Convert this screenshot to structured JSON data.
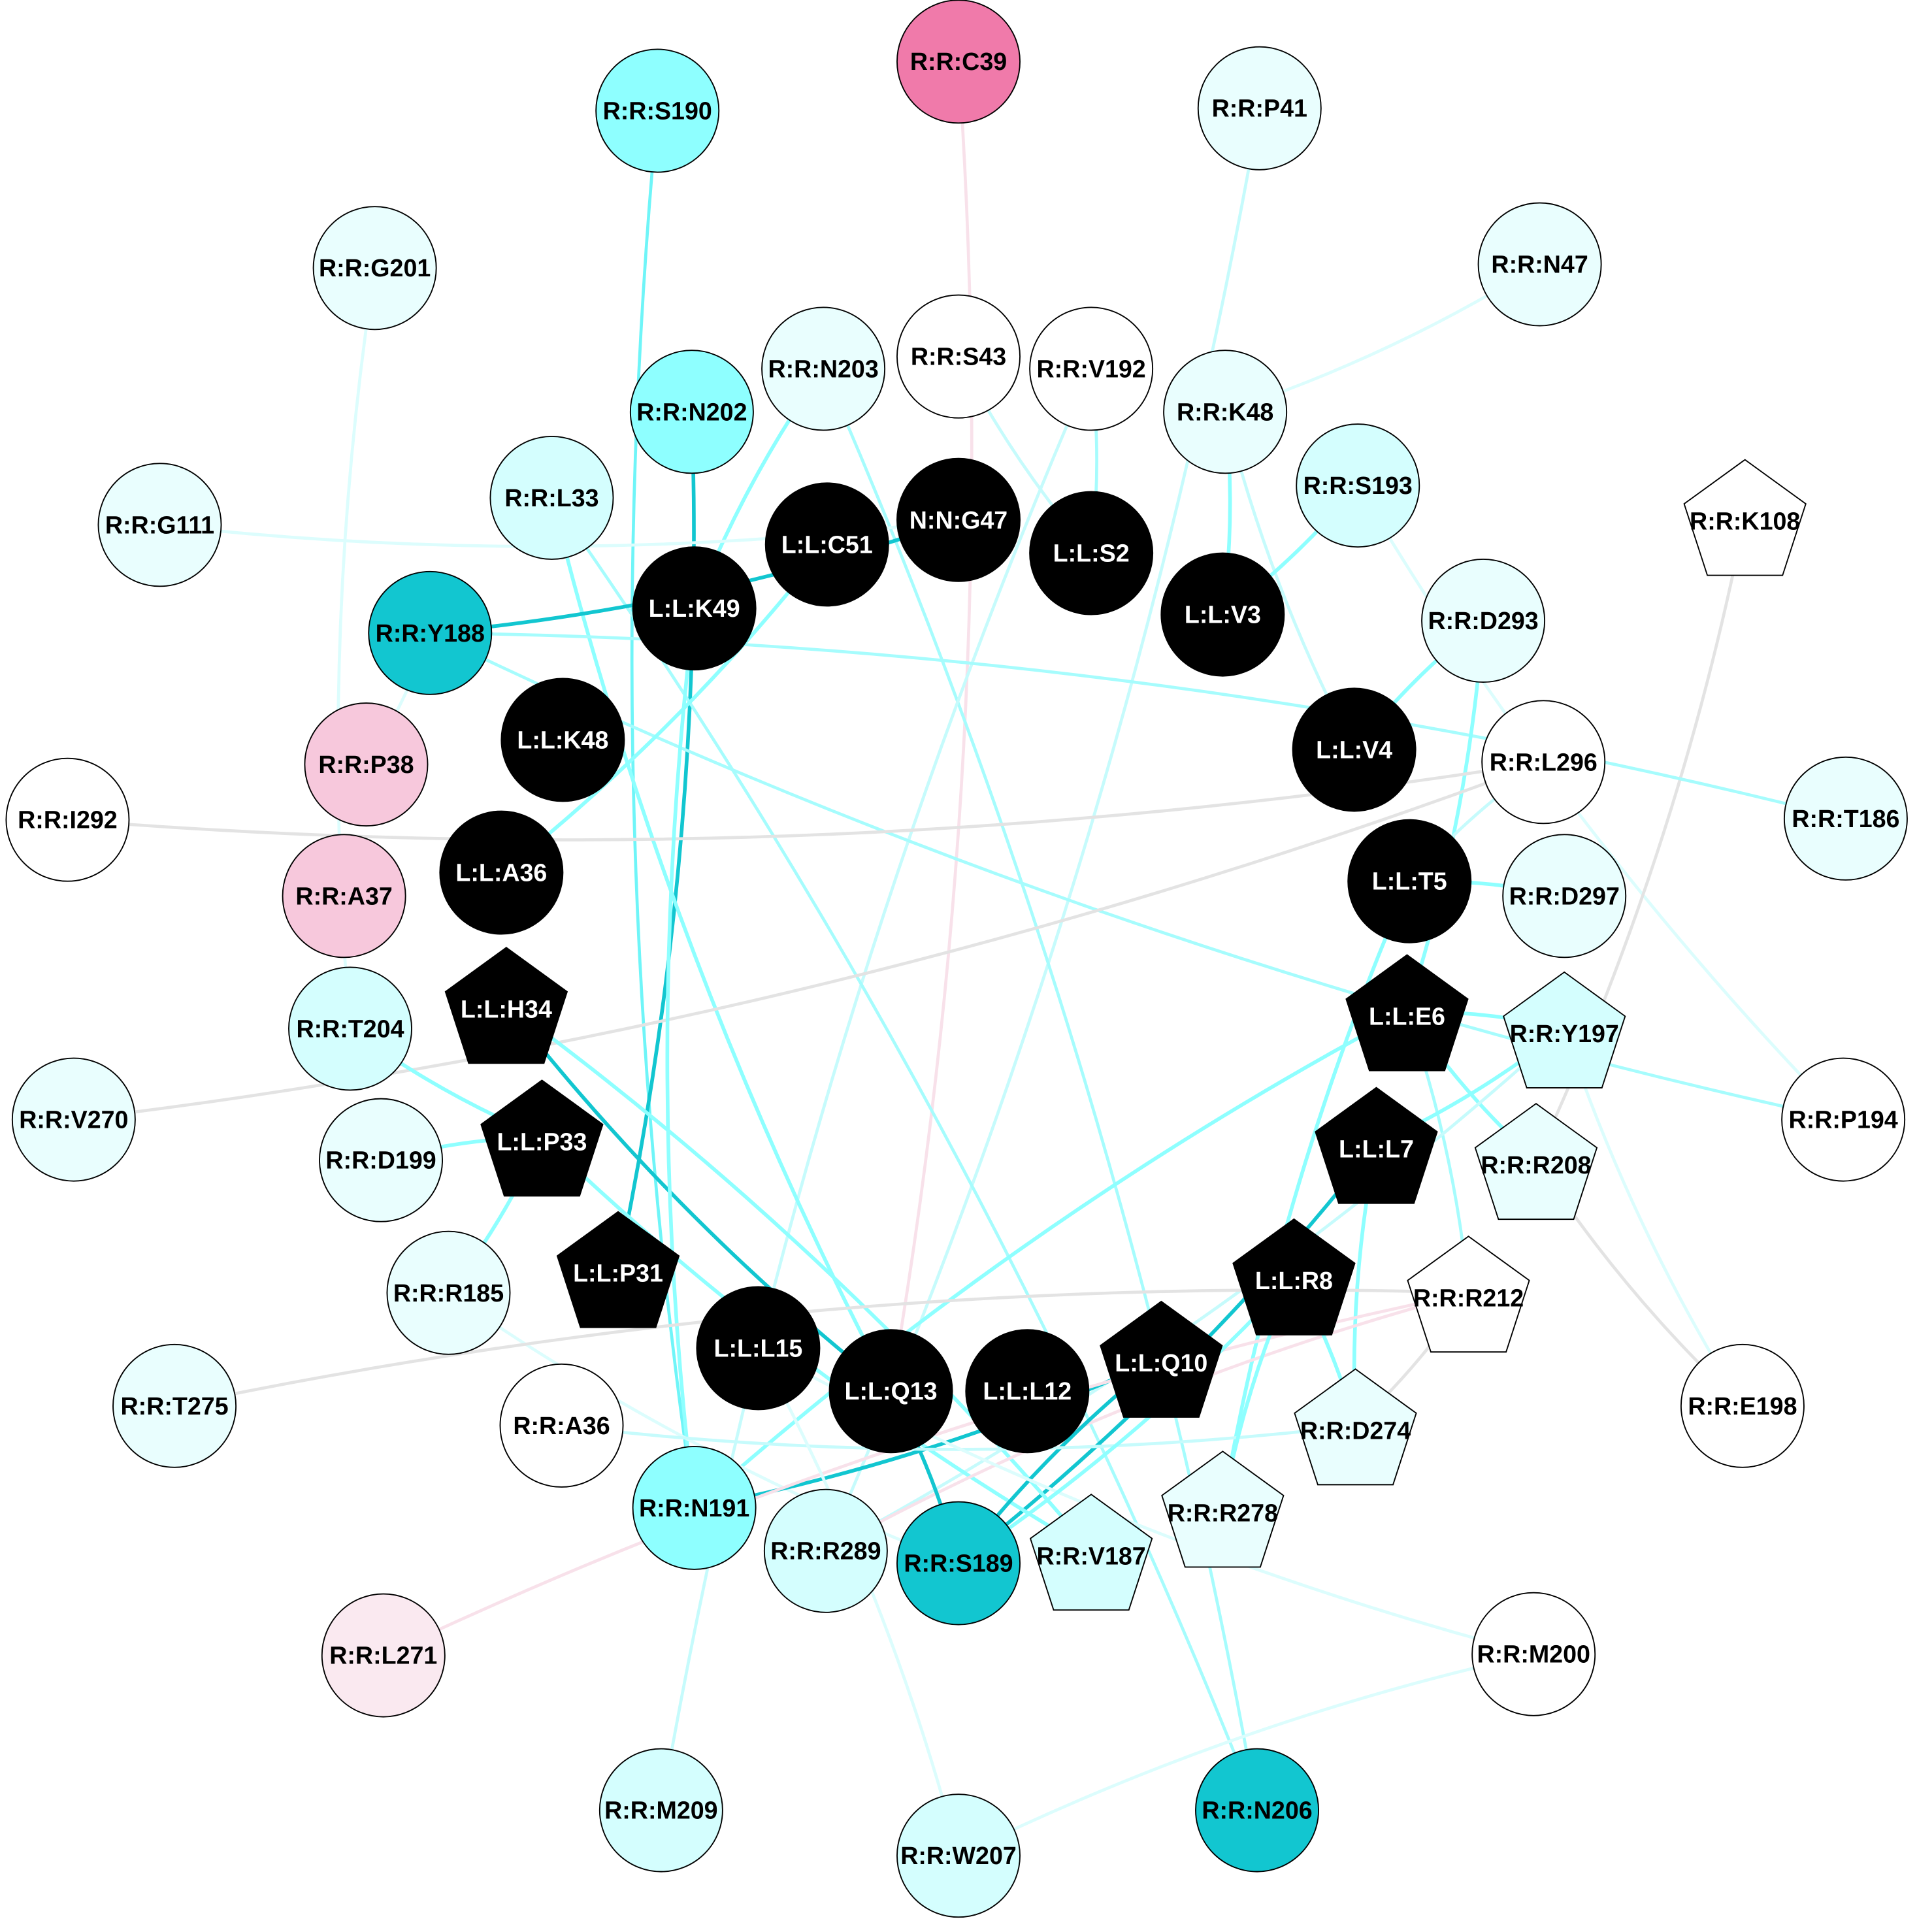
{
  "title": "Residue interaction network",
  "colors": {
    "ligand": "#000000",
    "white": "#ffffff",
    "pale_cyan": "#e9fefe",
    "light_cyan": "#d4fefe",
    "cyan": "#8effff",
    "teal": "#12c6d0",
    "pink_strong": "#f07aaa",
    "pink": "#f7c8dc",
    "pink_pale": "#fae9f0",
    "edge_gray": "#e3e3e3",
    "edge_pink": "#f8e1ea"
  },
  "nodes": [
    {
      "label": "R:R:C39",
      "shape": "circle",
      "fill": "#f07aaa"
    },
    {
      "label": "R:R:S190",
      "shape": "circle",
      "fill": "#8effff"
    },
    {
      "label": "R:R:P41",
      "shape": "circle",
      "fill": "#e9fefe"
    },
    {
      "label": "R:R:G201",
      "shape": "circle",
      "fill": "#e9fefe"
    },
    {
      "label": "R:R:N47",
      "shape": "circle",
      "fill": "#e9fefe"
    },
    {
      "label": "R:R:N203",
      "shape": "circle",
      "fill": "#e9fefe"
    },
    {
      "label": "R:R:S43",
      "shape": "circle",
      "fill": "#ffffff"
    },
    {
      "label": "R:R:V192",
      "shape": "circle",
      "fill": "#ffffff"
    },
    {
      "label": "R:R:K48",
      "shape": "circle",
      "fill": "#e9fefe"
    },
    {
      "label": "R:R:N202",
      "shape": "circle",
      "fill": "#8effff"
    },
    {
      "label": "R:R:L33",
      "shape": "circle",
      "fill": "#d4fefe"
    },
    {
      "label": "R:R:G111",
      "shape": "circle",
      "fill": "#e9fefe"
    },
    {
      "label": "R:R:S193",
      "shape": "circle",
      "fill": "#d4fefe"
    },
    {
      "label": "R:R:K108",
      "shape": "pentagon",
      "fill": "#ffffff"
    },
    {
      "label": "N:N:G47",
      "shape": "circle",
      "fill": "#000000"
    },
    {
      "label": "L:L:C51",
      "shape": "circle",
      "fill": "#000000"
    },
    {
      "label": "L:L:S2",
      "shape": "circle",
      "fill": "#000000"
    },
    {
      "label": "L:L:K49",
      "shape": "circle",
      "fill": "#000000"
    },
    {
      "label": "L:L:V3",
      "shape": "circle",
      "fill": "#000000"
    },
    {
      "label": "R:R:Y188",
      "shape": "circle",
      "fill": "#12c6d0"
    },
    {
      "label": "R:R:D293",
      "shape": "circle",
      "fill": "#e9fefe"
    },
    {
      "label": "L:L:K48",
      "shape": "circle",
      "fill": "#000000"
    },
    {
      "label": "L:L:V4",
      "shape": "circle",
      "fill": "#000000"
    },
    {
      "label": "R:R:P38",
      "shape": "circle",
      "fill": "#f7c8dc"
    },
    {
      "label": "R:R:L296",
      "shape": "circle",
      "fill": "#ffffff"
    },
    {
      "label": "R:R:I292",
      "shape": "circle",
      "fill": "#ffffff"
    },
    {
      "label": "R:R:T186",
      "shape": "circle",
      "fill": "#e9fefe"
    },
    {
      "label": "L:L:A36",
      "shape": "circle",
      "fill": "#000000"
    },
    {
      "label": "L:L:T5",
      "shape": "circle",
      "fill": "#000000"
    },
    {
      "label": "R:R:A37",
      "shape": "circle",
      "fill": "#f7c8dc"
    },
    {
      "label": "R:R:D297",
      "shape": "circle",
      "fill": "#e9fefe"
    },
    {
      "label": "L:L:H34",
      "shape": "pentagon",
      "fill": "#000000"
    },
    {
      "label": "L:L:E6",
      "shape": "pentagon",
      "fill": "#000000"
    },
    {
      "label": "R:R:Y197",
      "shape": "pentagon",
      "fill": "#d4fefe"
    },
    {
      "label": "R:R:T204",
      "shape": "circle",
      "fill": "#d4fefe"
    },
    {
      "label": "R:R:V270",
      "shape": "circle",
      "fill": "#e9fefe"
    },
    {
      "label": "R:R:P194",
      "shape": "circle",
      "fill": "#ffffff"
    },
    {
      "label": "L:L:P33",
      "shape": "pentagon",
      "fill": "#000000"
    },
    {
      "label": "L:L:L7",
      "shape": "pentagon",
      "fill": "#000000"
    },
    {
      "label": "R:R:D199",
      "shape": "circle",
      "fill": "#e9fefe"
    },
    {
      "label": "R:R:R208",
      "shape": "pentagon",
      "fill": "#e9fefe"
    },
    {
      "label": "L:L:P31",
      "shape": "pentagon",
      "fill": "#000000"
    },
    {
      "label": "L:L:R8",
      "shape": "pentagon",
      "fill": "#000000"
    },
    {
      "label": "R:R:R185",
      "shape": "circle",
      "fill": "#e9fefe"
    },
    {
      "label": "R:R:R212",
      "shape": "pentagon",
      "fill": "#ffffff"
    },
    {
      "label": "L:L:L15",
      "shape": "circle",
      "fill": "#000000"
    },
    {
      "label": "L:L:Q10",
      "shape": "pentagon",
      "fill": "#000000"
    },
    {
      "label": "L:L:Q13",
      "shape": "circle",
      "fill": "#000000"
    },
    {
      "label": "L:L:L12",
      "shape": "circle",
      "fill": "#000000"
    },
    {
      "label": "R:R:T275",
      "shape": "circle",
      "fill": "#e9fefe"
    },
    {
      "label": "R:R:A36",
      "shape": "circle",
      "fill": "#ffffff"
    },
    {
      "label": "R:R:D274",
      "shape": "pentagon",
      "fill": "#e9fefe"
    },
    {
      "label": "R:R:E198",
      "shape": "circle",
      "fill": "#ffffff"
    },
    {
      "label": "R:R:N191",
      "shape": "circle",
      "fill": "#8effff"
    },
    {
      "label": "R:R:R289",
      "shape": "circle",
      "fill": "#d4fefe"
    },
    {
      "label": "R:R:S189",
      "shape": "circle",
      "fill": "#12c6d0"
    },
    {
      "label": "R:R:V187",
      "shape": "pentagon",
      "fill": "#d4fefe"
    },
    {
      "label": "R:R:R278",
      "shape": "pentagon",
      "fill": "#e9fefe"
    },
    {
      "label": "R:R:L271",
      "shape": "circle",
      "fill": "#fae9f0"
    },
    {
      "label": "R:R:M200",
      "shape": "circle",
      "fill": "#ffffff"
    },
    {
      "label": "R:R:M209",
      "shape": "circle",
      "fill": "#d4fefe"
    },
    {
      "label": "R:R:W207",
      "shape": "circle",
      "fill": "#d4fefe"
    },
    {
      "label": "R:R:N206",
      "shape": "circle",
      "fill": "#12c6d0"
    }
  ],
  "edges": [
    {
      "source": "R:R:C39",
      "target": "L:L:Q13",
      "color": "#f8e1ea"
    },
    {
      "source": "R:R:S190",
      "target": "R:R:N191",
      "color": "#6ff5f8"
    },
    {
      "source": "R:R:P41",
      "target": "R:R:R289",
      "color": "#c6fbfc"
    },
    {
      "source": "R:R:G201",
      "target": "R:R:T204",
      "color": "#dcfdfd"
    },
    {
      "source": "R:R:N47",
      "target": "R:R:K48",
      "color": "#dcfdfd"
    },
    {
      "source": "R:R:N203",
      "target": "L:L:K49",
      "color": "#8effff"
    },
    {
      "source": "R:R:N203",
      "target": "R:R:N206",
      "color": "#a6fcfd"
    },
    {
      "source": "R:R:S43",
      "target": "L:L:S2",
      "color": "#c6fbfc"
    },
    {
      "source": "R:R:V192",
      "target": "L:L:S2",
      "color": "#a6fcfd"
    },
    {
      "source": "R:R:V192",
      "target": "R:R:M209",
      "color": "#c6fbfc"
    },
    {
      "source": "R:R:K48",
      "target": "L:L:V3",
      "color": "#8effff"
    },
    {
      "source": "R:R:K48",
      "target": "L:L:V4",
      "color": "#c6fbfc"
    },
    {
      "source": "R:R:N202",
      "target": "L:L:P31",
      "color": "#12c6d0"
    },
    {
      "source": "R:R:L33",
      "target": "L:L:Q13",
      "color": "#8effff"
    },
    {
      "source": "R:R:L33",
      "target": "R:R:N206",
      "color": "#a6fcfd"
    },
    {
      "source": "R:R:G111",
      "target": "N:N:G47",
      "color": "#dcfdfd"
    },
    {
      "source": "R:R:S193",
      "target": "L:L:V3",
      "color": "#8effff"
    },
    {
      "source": "R:R:S193",
      "target": "R:R:P194",
      "color": "#dcfdfd"
    },
    {
      "source": "R:R:K108",
      "target": "R:R:R208",
      "color": "#e3e3e3"
    },
    {
      "source": "R:R:Y188",
      "target": "N:N:G47",
      "color": "#12c6d0"
    },
    {
      "source": "R:R:Y188",
      "target": "R:R:T186",
      "color": "#a6fcfd"
    },
    {
      "source": "R:R:Y188",
      "target": "R:R:P194",
      "color": "#a6fcfd"
    },
    {
      "source": "R:R:Y188",
      "target": "R:R:P38",
      "color": "#dcfdfd"
    },
    {
      "source": "R:R:D293",
      "target": "L:L:V4",
      "color": "#8effff"
    },
    {
      "source": "R:R:D293",
      "target": "L:L:E6",
      "color": "#8effff"
    },
    {
      "source": "R:R:I292",
      "target": "R:R:L296",
      "color": "#e3e3e3"
    },
    {
      "source": "R:R:L296",
      "target": "R:R:V270",
      "color": "#e3e3e3"
    },
    {
      "source": "R:R:L296",
      "target": "L:L:T5",
      "color": "#c6fbfc"
    },
    {
      "source": "L:L:T5",
      "target": "R:R:D297",
      "color": "#8effff"
    },
    {
      "source": "L:L:T5",
      "target": "R:R:R278",
      "color": "#8effff"
    },
    {
      "source": "L:L:E6",
      "target": "R:R:Y197",
      "color": "#8effff"
    },
    {
      "source": "L:L:E6",
      "target": "R:R:R208",
      "color": "#8effff"
    },
    {
      "source": "L:L:E6",
      "target": "R:R:R212",
      "color": "#a6fcfd"
    },
    {
      "source": "L:L:E6",
      "target": "R:R:N191",
      "color": "#8effff"
    },
    {
      "source": "L:L:L7",
      "target": "R:R:S189",
      "color": "#12c6d0"
    },
    {
      "source": "L:L:L7",
      "target": "R:R:D274",
      "color": "#8effff"
    },
    {
      "source": "R:R:Y197",
      "target": "L:L:L7",
      "color": "#8effff"
    },
    {
      "source": "R:R:Y197",
      "target": "R:R:E198",
      "color": "#dcfdfd"
    },
    {
      "source": "R:R:Y197",
      "target": "R:R:R289",
      "color": "#c6fbfc"
    },
    {
      "source": "R:R:T204",
      "target": "L:L:P33",
      "color": "#8effff"
    },
    {
      "source": "R:R:D199",
      "target": "L:L:P33",
      "color": "#8effff"
    },
    {
      "source": "L:L:P33",
      "target": "R:R:V187",
      "color": "#8effff"
    },
    {
      "source": "L:L:P33",
      "target": "R:R:R185",
      "color": "#8effff"
    },
    {
      "source": "L:L:H34",
      "target": "L:L:Q13",
      "color": "#12c6d0"
    },
    {
      "source": "L:L:H34",
      "target": "R:R:V187",
      "color": "#8effff"
    },
    {
      "source": "L:L:K49",
      "target": "R:R:N191",
      "color": "#8effff"
    },
    {
      "source": "L:L:C51",
      "target": "L:L:A36",
      "color": "#8effff"
    },
    {
      "source": "R:R:R185",
      "target": "R:R:S189",
      "color": "#dcfdfd"
    },
    {
      "source": "R:R:T275",
      "target": "R:R:R212",
      "color": "#e3e3e3"
    },
    {
      "source": "R:R:R212",
      "target": "R:R:R289",
      "color": "#f8e1ea"
    },
    {
      "source": "R:R:R212",
      "target": "R:R:D274",
      "color": "#e3e3e3"
    },
    {
      "source": "R:R:R208",
      "target": "R:R:E198",
      "color": "#e3e3e3"
    },
    {
      "source": "L:L:Q10",
      "target": "R:R:N191",
      "color": "#12c6d0"
    },
    {
      "source": "L:L:Q10",
      "target": "R:R:S189",
      "color": "#12c6d0"
    },
    {
      "source": "L:L:Q13",
      "target": "R:R:S189",
      "color": "#12c6d0"
    },
    {
      "source": "R:R:A36",
      "target": "R:R:D274",
      "color": "#c6fbfc"
    },
    {
      "source": "R:R:L271",
      "target": "R:R:R212",
      "color": "#f8e1ea"
    },
    {
      "source": "R:R:M200",
      "target": "R:R:W207",
      "color": "#dcfdfd"
    },
    {
      "source": "R:R:M200",
      "target": "L:L:L15",
      "color": "#dcfdfd"
    },
    {
      "source": "R:R:W207",
      "target": "L:L:L15",
      "color": "#dcfdfd"
    },
    {
      "source": "L:L:R8",
      "target": "R:R:S189",
      "color": "#8effff"
    },
    {
      "source": "L:L:R8",
      "target": "R:R:R278",
      "color": "#8effff"
    },
    {
      "source": "L:L:R8",
      "target": "R:R:D274",
      "color": "#8effff"
    }
  ]
}
